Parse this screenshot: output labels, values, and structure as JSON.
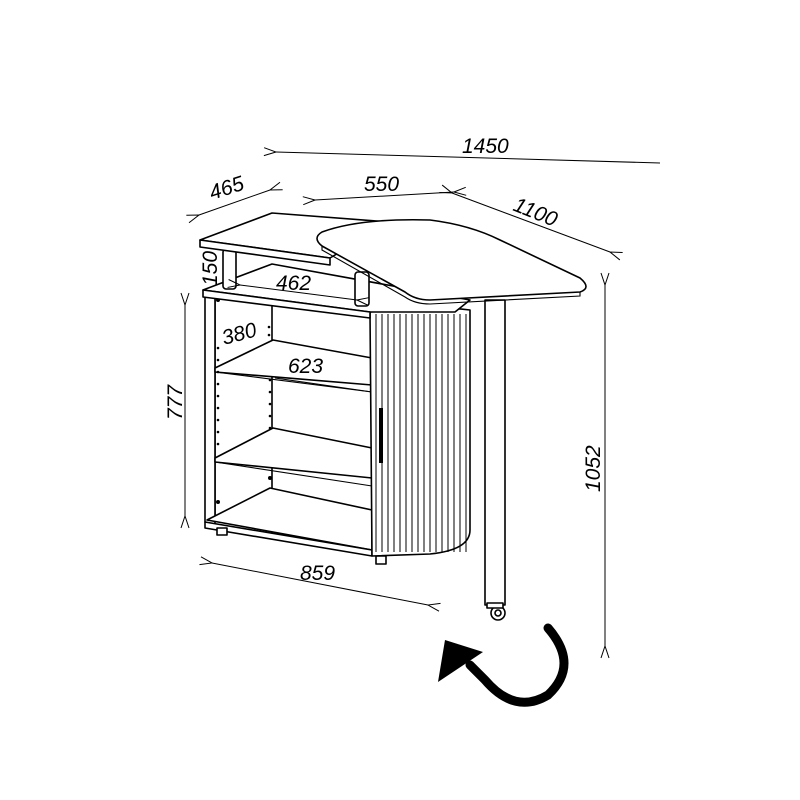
{
  "dimensions": {
    "total_width": "1450",
    "depth": "465",
    "top_width": "550",
    "top_length": "1100",
    "shelf_gap": "150",
    "inner_width": "462",
    "shelf_depth": "380",
    "shelf_width": "623",
    "cabinet_height": "777",
    "total_height": "1052",
    "cabinet_width": "859"
  },
  "colors": {
    "line": "#000000",
    "background": "#ffffff"
  },
  "icons": [
    "rotate-arrow-icon"
  ]
}
